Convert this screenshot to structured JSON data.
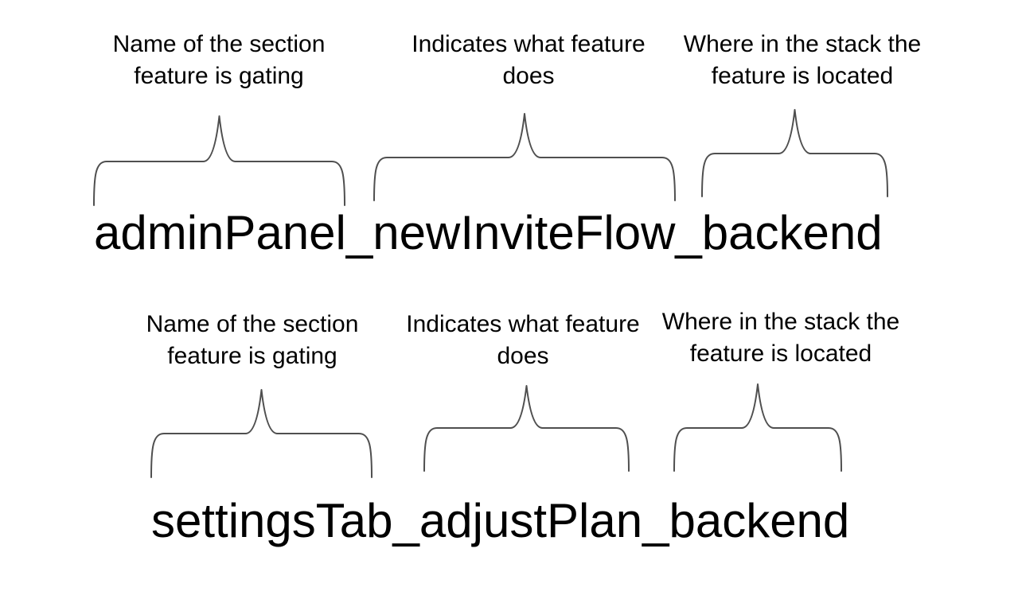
{
  "page": {
    "background": "#ffffff",
    "text_color": "#000000",
    "brace_color": "#4f4f4f"
  },
  "examples": [
    {
      "flag_name": "adminPanel_newInviteFlow_backend",
      "annotations": [
        {
          "lines": [
            "Name of the section",
            "feature is gating"
          ],
          "refers_to": "adminPanel"
        },
        {
          "lines": [
            "Indicates what feature",
            "does"
          ],
          "refers_to": "newInviteFlow"
        },
        {
          "lines": [
            "Where in the stack the",
            "feature is located"
          ],
          "refers_to": "backend"
        }
      ]
    },
    {
      "flag_name": "settingsTab_adjustPlan_backend",
      "annotations": [
        {
          "lines": [
            "Name of the section",
            "feature is gating"
          ],
          "refers_to": "settingsTab"
        },
        {
          "lines": [
            "Indicates what feature",
            "does"
          ],
          "refers_to": "adjustPlan"
        },
        {
          "lines": [
            "Where in the stack the",
            "feature is located"
          ],
          "refers_to": "backend"
        }
      ]
    }
  ]
}
